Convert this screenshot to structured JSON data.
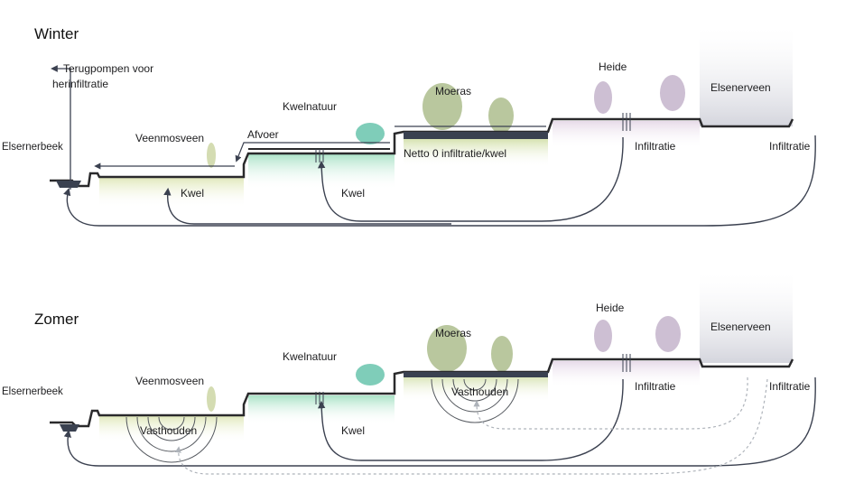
{
  "colors": {
    "ground_line": "#2a2a2c",
    "water": "#3a4150",
    "flow": "#3b4150",
    "dashed_flow": "#aeb3ba",
    "veenmos_fill": "#e6ecc8",
    "kwel_fill": "#c9ecd9",
    "heide_fill": "#ece4ee",
    "elsen_fill": "#dcdde4",
    "tree_green": "#a7b98a",
    "tree_teal": "#77cbb7",
    "tree_purple": "#c4b3c9"
  },
  "winter": {
    "title": "Winter",
    "pump_label_1": "Terugpompen voor",
    "pump_label_2": "herinfiltratie",
    "elsernerbeek": "Elsernerbeek",
    "veenmosveen": "Veenmosveen",
    "afvoer": "Afvoer",
    "kwelnatuur": "Kwelnatuur",
    "moeras": "Moeras",
    "heide": "Heide",
    "elsenerveen": "Elsenerveen",
    "netto": "Netto 0 infiltratie/kwel",
    "kwel_1": "Kwel",
    "kwel_2": "Kwel",
    "infiltratie_1": "Infiltratie",
    "infiltratie_2": "Infiltratie"
  },
  "zomer": {
    "title": "Zomer",
    "elsernerbeek": "Elsernerbeek",
    "veenmosveen": "Veenmosveen",
    "kwelnatuur": "Kwelnatuur",
    "moeras": "Moeras",
    "heide": "Heide",
    "elsenerveen": "Elsenerveen",
    "vasthouden_1": "Vasthouden",
    "vasthouden_2": "Vasthouden",
    "kwel": "Kwel",
    "infiltratie_1": "Infiltratie",
    "infiltratie_2": "Infiltratie"
  }
}
